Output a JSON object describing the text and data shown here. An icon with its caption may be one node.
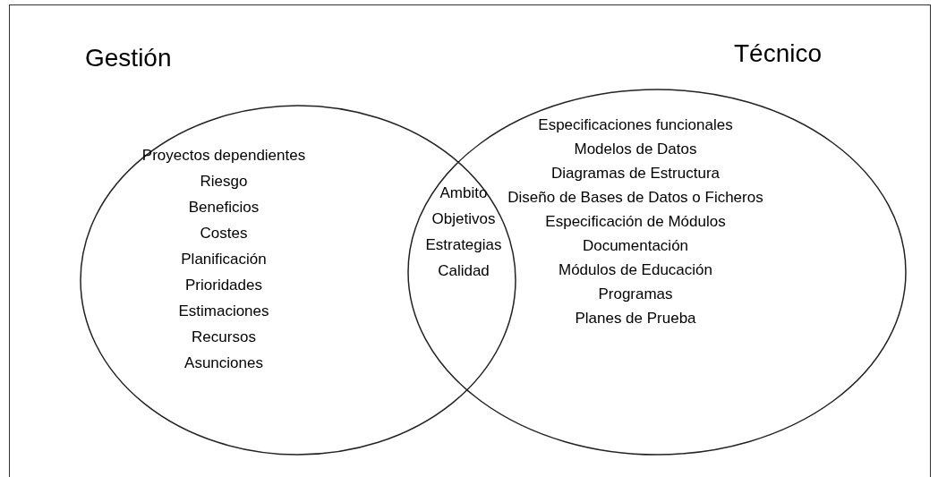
{
  "diagram": {
    "nodes": [
      {
        "text": [
          "Gestión",
          "Proyectos dependientes",
          "Riesgo",
          "Beneficios",
          "Costes",
          "Planificación",
          "Prioridades",
          "Estimaciones",
          "Recursos",
          "Asunciones"
        ]
      },
      {
        "text": [
          "Técnico",
          "Especificaciones funcionales",
          "Modelos de Datos",
          "Diagramas de Estructura",
          "Diseño de Bases de Datos o Ficheros",
          "Especificación de Módulos",
          "Documentación",
          "Módulos de Educación",
          "Programas",
          "Planes de Prueba"
        ]
      }
    ],
    "edges": [],
    "labels": [
      "Ambito",
      "Objetivos",
      "Estrategias",
      "Calidad"
    ]
  }
}
